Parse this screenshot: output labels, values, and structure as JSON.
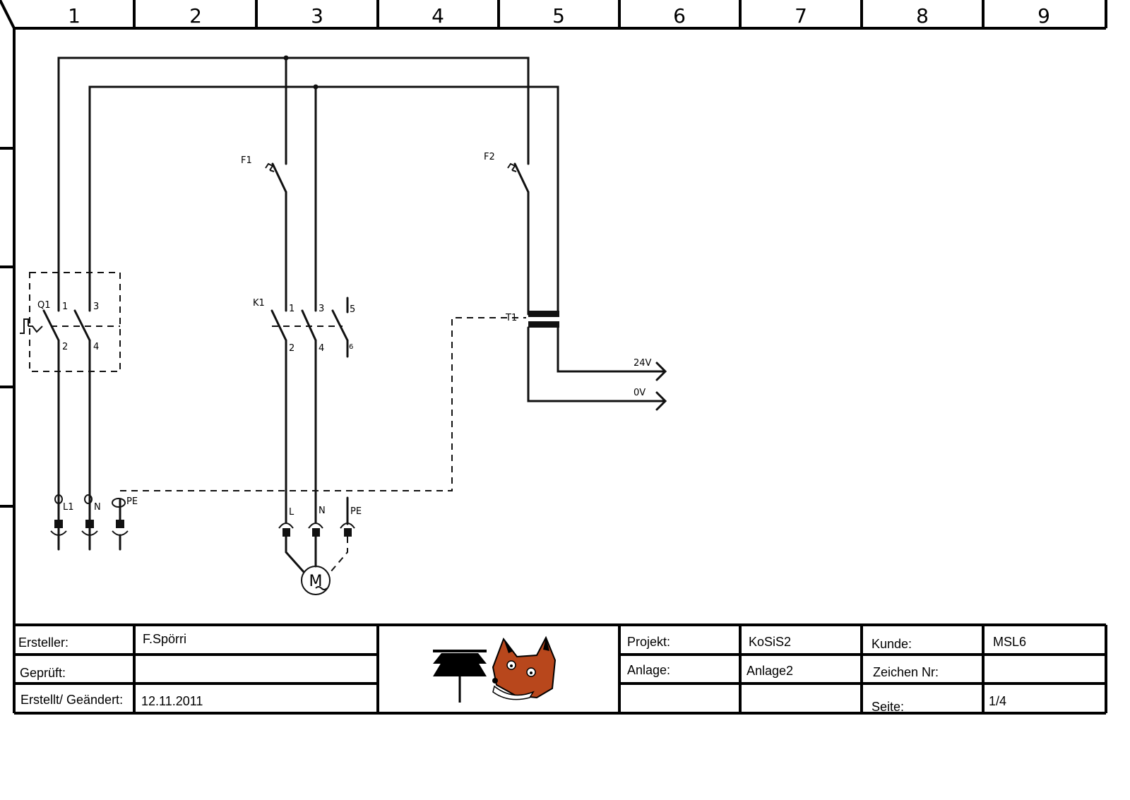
{
  "columns": [
    "1",
    "2",
    "3",
    "4",
    "5",
    "6",
    "7",
    "8",
    "9"
  ],
  "components": {
    "q1": {
      "name": "Q1",
      "contacts": [
        "1",
        "3",
        "2",
        "4"
      ]
    },
    "k1": {
      "name": "K1",
      "contacts": [
        "1",
        "3",
        "5",
        "2",
        "4",
        "6"
      ]
    },
    "f1": {
      "name": "F1"
    },
    "f2": {
      "name": "F2"
    },
    "t1": {
      "name": "T1"
    },
    "outputs": [
      "24V",
      "0V"
    ],
    "supply_terminals": [
      "L1",
      "N",
      "PE"
    ],
    "motor_terminals": [
      "L",
      "N",
      "PE"
    ],
    "motor": {
      "label": "M"
    }
  },
  "title_block": {
    "ersteller_label": "Ersteller:",
    "ersteller": "F.Spörri",
    "geprueft_label": "Geprüft:",
    "geprueft": "",
    "erstellt_label": "Erstellt/ Geändert:",
    "erstellt": "12.11.2011",
    "projekt_label": "Projekt:",
    "projekt": "KoSiS2",
    "anlage_label": "Anlage:",
    "anlage": "Anlage2",
    "kunde_label": "Kunde:",
    "kunde": "MSL6",
    "zeichen_label": "Zeichen Nr:",
    "zeichen": "",
    "seite_label": "Seite:",
    "seite": "1/4"
  },
  "colors": {
    "fox": "#b8471c",
    "line": "#000000"
  }
}
